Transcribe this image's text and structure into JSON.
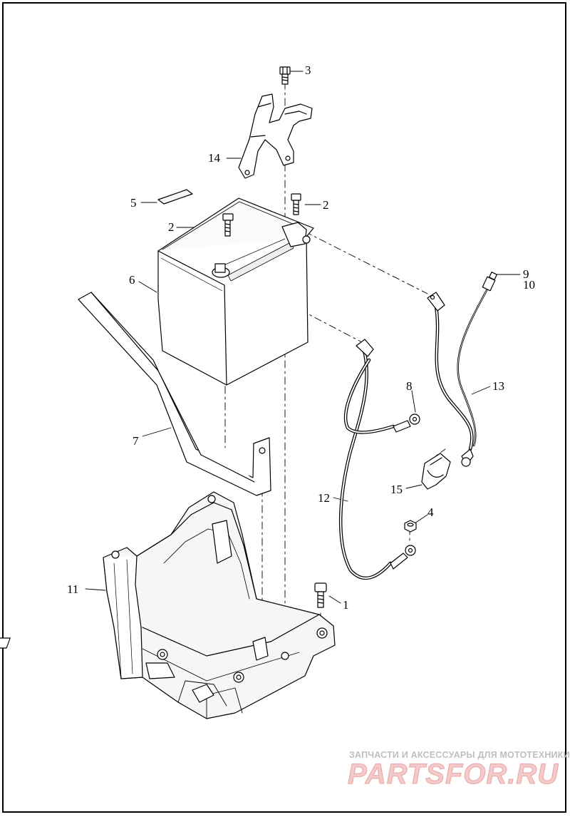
{
  "callouts": [
    {
      "id": "c1",
      "text": "1"
    },
    {
      "id": "c2a",
      "text": "2"
    },
    {
      "id": "c2b",
      "text": "2"
    },
    {
      "id": "c3",
      "text": "3"
    },
    {
      "id": "c4",
      "text": "4"
    },
    {
      "id": "c5",
      "text": "5"
    },
    {
      "id": "c6",
      "text": "6"
    },
    {
      "id": "c7",
      "text": "7"
    },
    {
      "id": "c8",
      "text": "8"
    },
    {
      "id": "c9",
      "text": "9"
    },
    {
      "id": "c10",
      "text": "10"
    },
    {
      "id": "c11",
      "text": "11"
    },
    {
      "id": "c12",
      "text": "12"
    },
    {
      "id": "c13",
      "text": "13"
    },
    {
      "id": "c14",
      "text": "14"
    },
    {
      "id": "c15",
      "text": "15"
    }
  ],
  "watermark": {
    "tagline": "ЗАПЧАСТИ И АКСЕССУАРЫ ДЛЯ МОТОТЕХНИКИ",
    "logo": "PARTSFOR.RU"
  },
  "colors": {
    "line": "#000000",
    "panel": "#f2f2f2",
    "watermark_text": "#bfbfbf",
    "watermark_logo": "#f3c9c9"
  }
}
